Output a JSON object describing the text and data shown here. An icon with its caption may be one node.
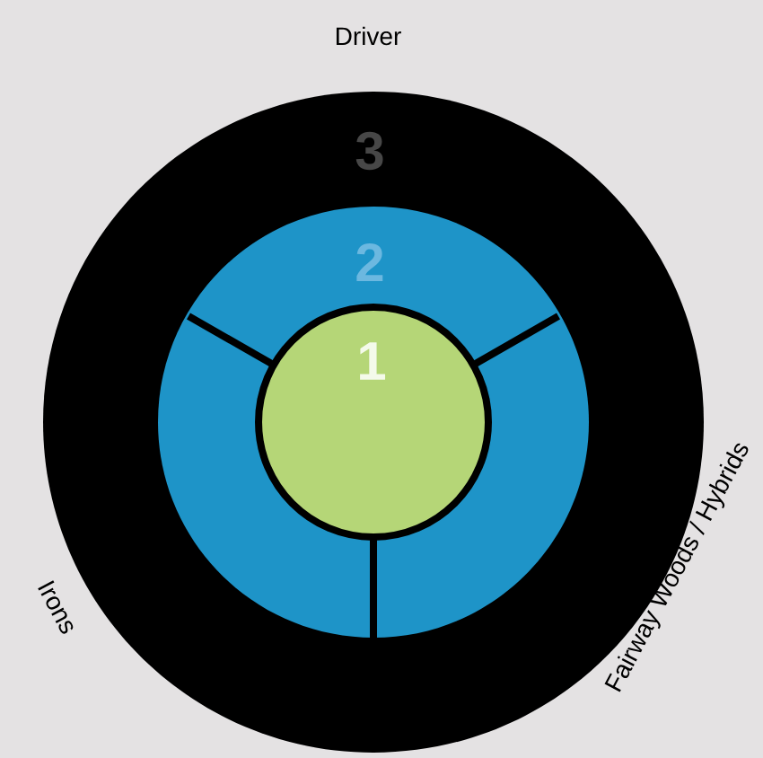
{
  "diagram": {
    "nodes": [
      {
        "text": [
          "3"
        ]
      },
      {
        "text": [
          "2"
        ],
        "in": 0
      },
      {
        "text": [
          "1"
        ],
        "in": 1
      }
    ],
    "labels": [
      "Driver",
      "Irons",
      "Fairway Woods / Hybrids"
    ]
  }
}
